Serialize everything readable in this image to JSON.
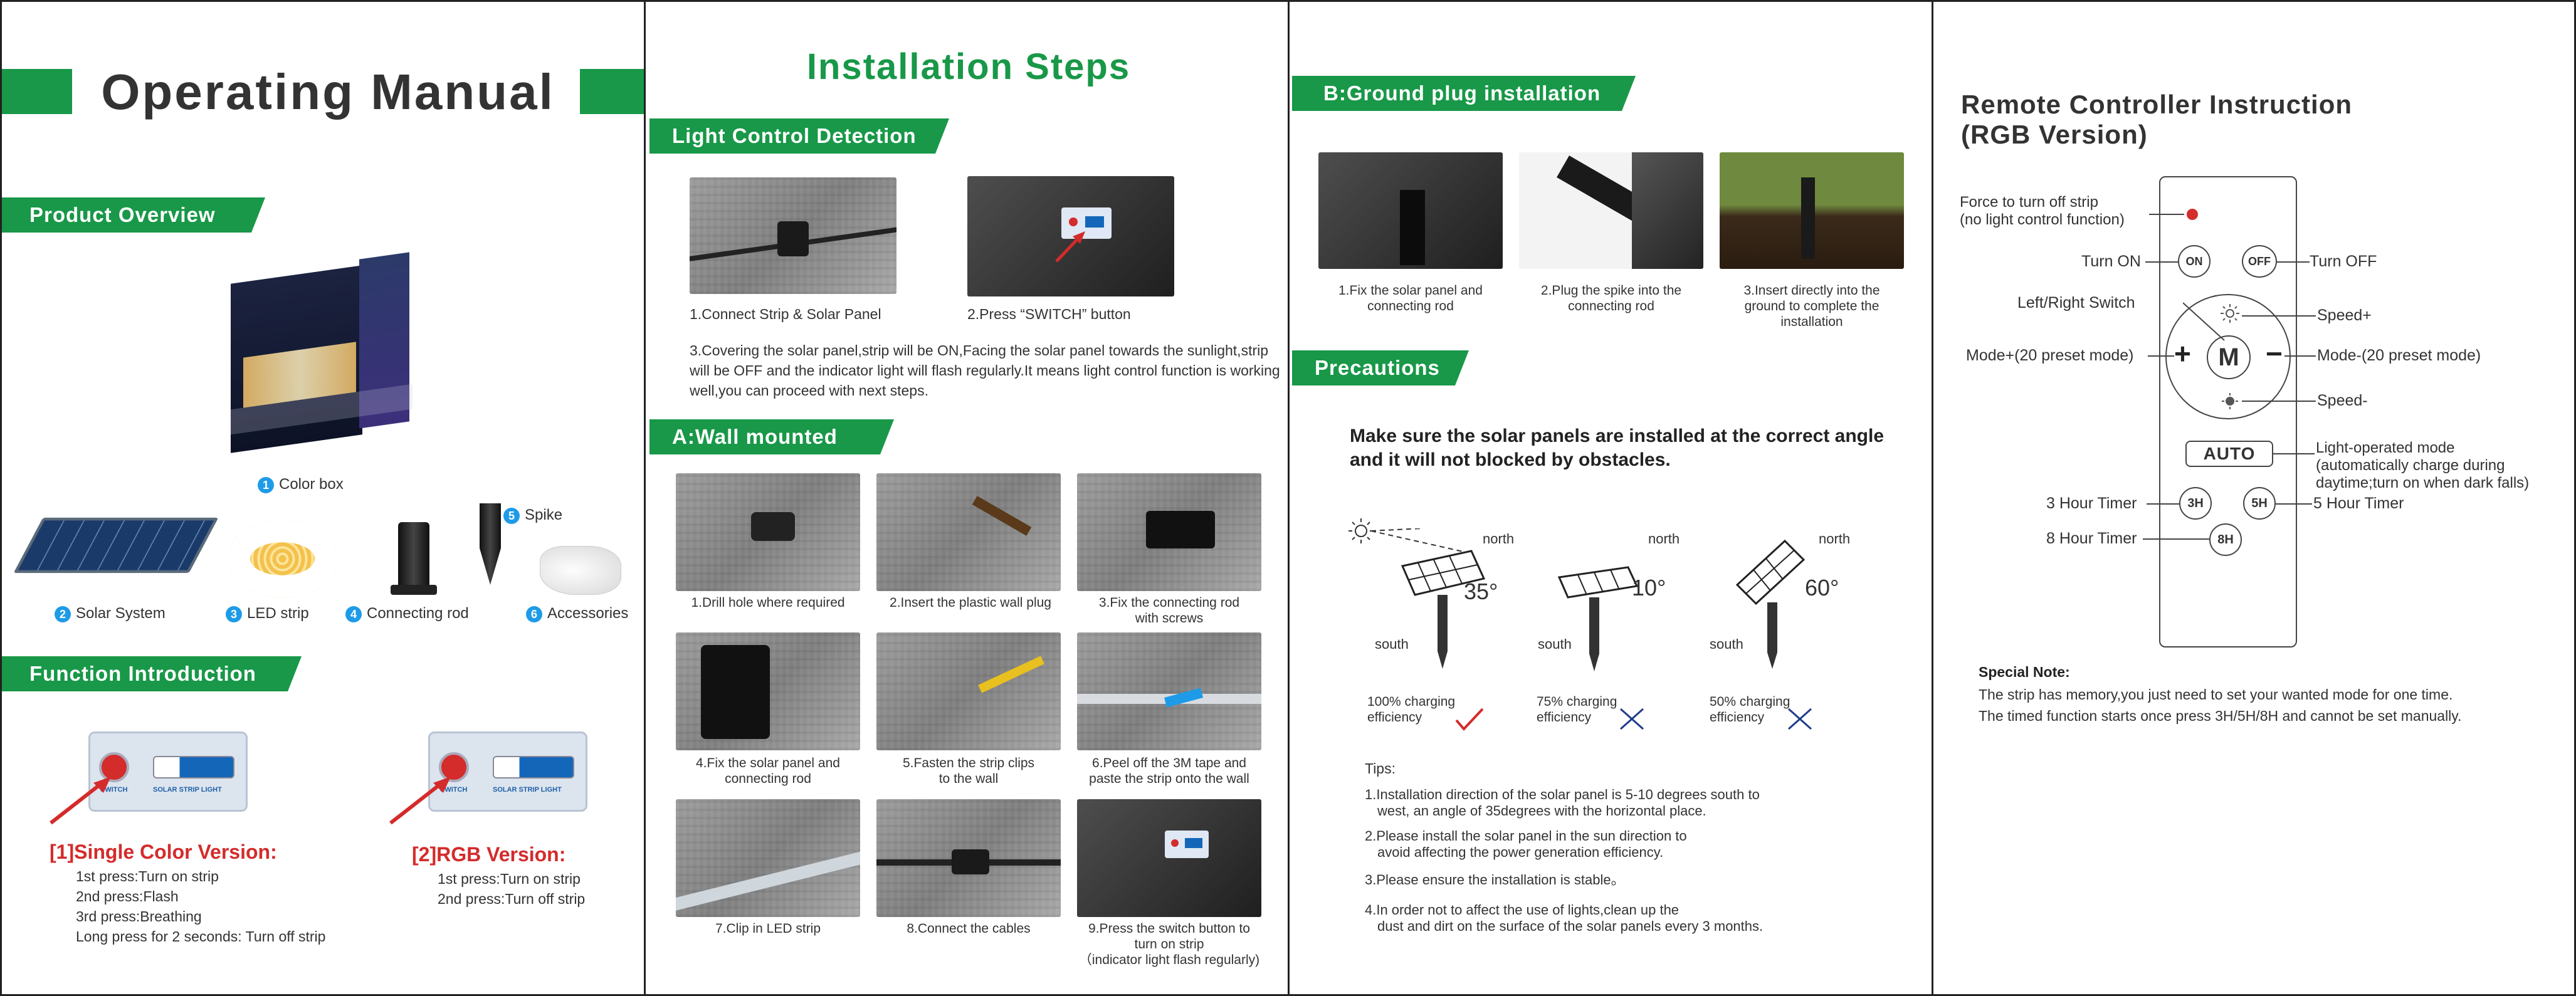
{
  "p1": {
    "title": "Operating Manual",
    "product_overview": "Product Overview",
    "items": {
      "color_box": "Color box",
      "solar_system": "Solar System",
      "led_strip": "LED strip",
      "connecting_rod": "Connecting rod",
      "spike": "Spike",
      "accessories": "Accessories"
    },
    "nums": [
      "1",
      "2",
      "3",
      "4",
      "5",
      "6"
    ],
    "function_intro": "Function Introduction",
    "switch_label": "SWITCH",
    "switch_text": "SOLAR STRIP LIGHT",
    "single": {
      "heading": "[1]Single Color Version:",
      "lines": [
        "1st press:Turn on strip",
        "2nd press:Flash",
        "3rd press:Breathing",
        "Long press for 2 seconds: Turn off strip"
      ]
    },
    "rgb": {
      "heading": "[2]RGB Version:",
      "lines": [
        "1st press:Turn on strip",
        "2nd press:Turn off strip"
      ]
    }
  },
  "p2": {
    "title": "Installation Steps",
    "light_control": "Light Control Detection",
    "step1": "1.Connect Strip & Solar Panel",
    "step2": "2.Press “SWITCH” button",
    "step3": "3.Covering the solar panel,strip will be ON,Facing the solar panel towards the sunlight,strip will be OFF and the indicator light will flash regularly.It means light control function is working well,you can proceed with next steps.",
    "wall_mounted": "A:Wall mounted",
    "wall_steps": [
      {
        "l1": "1.Drill hole where required",
        "l2": "",
        "l3": ""
      },
      {
        "l1": "2.Insert the plastic wall plug",
        "l2": "",
        "l3": ""
      },
      {
        "l1": "3.Fix the connecting rod",
        "l2": "with screws",
        "l3": ""
      },
      {
        "l1": "4.Fix the solar panel and",
        "l2": "connecting rod",
        "l3": ""
      },
      {
        "l1": "5.Fasten the strip clips",
        "l2": "to the wall",
        "l3": ""
      },
      {
        "l1": "6.Peel off the 3M tape and",
        "l2": "paste the strip onto the wall",
        "l3": ""
      },
      {
        "l1": "7.Clip in LED strip",
        "l2": "",
        "l3": ""
      },
      {
        "l1": "8.Connect the cables",
        "l2": "",
        "l3": ""
      },
      {
        "l1": "9.Press the switch button to",
        "l2": "turn on strip",
        "l3": "（indicator light flash regularly)"
      }
    ]
  },
  "p3": {
    "ground_plug": "B:Ground plug installation",
    "ground_steps": [
      {
        "l1": "1.Fix the solar panel and",
        "l2": "connecting rod",
        "l3": ""
      },
      {
        "l1": "2.Plug the spike into the",
        "l2": "connecting rod",
        "l3": ""
      },
      {
        "l1": "3.Insert directly into the",
        "l2": "ground to complete the",
        "l3": "installation"
      }
    ],
    "precautions": "Precautions",
    "headline": "Make sure the solar panels are installed at the correct angle and it will not blocked by  obstacles.",
    "angles": [
      {
        "angle": "35°",
        "north": "north",
        "south": "south",
        "eff1": "100% charging",
        "eff2": "efficiency",
        "good": true
      },
      {
        "angle": "10°",
        "north": "north",
        "south": "south",
        "eff1": "75% charging",
        "eff2": "efficiency",
        "good": false
      },
      {
        "angle": "60°",
        "north": "north",
        "south": "south",
        "eff1": "50% charging",
        "eff2": "efficiency",
        "good": false
      }
    ],
    "tips_title": "Tips:",
    "tips": [
      {
        "l1": "1.Installation direction of the solar panel is 5-10 degrees south to",
        "l2": "west, an angle of 35degrees with the horizontal place."
      },
      {
        "l1": "2.Please install the solar panel in the sun direction to",
        "l2": "avoid affecting the power generation efficiency."
      },
      {
        "l1": "3.Please ensure the installation is stable。",
        "l2": ""
      },
      {
        "l1": "4.In order not to affect the use of lights,clean up the",
        "l2": "dust and dirt on the surface of the solar panels every 3 months."
      }
    ]
  },
  "p4": {
    "title1": "Remote Controller Instruction",
    "title2": "(RGB Version)",
    "force1": "Force to turn off strip",
    "force2": "(no light control function)",
    "turn_on": "Turn ON",
    "turn_off": "Turn OFF",
    "on_btn": "ON",
    "off_btn": "OFF",
    "left_right": "Left/Right Switch",
    "speed_plus": "Speed+",
    "speed_minus": "Speed-",
    "mode_plus": "Mode+(20 preset mode)",
    "mode_minus": "Mode-(20 preset mode)",
    "m_btn": "M",
    "plus": "+",
    "minus": "−",
    "auto_btn": "AUTO",
    "auto1": "Light-operated mode",
    "auto2": "(automatically charge during",
    "auto3": "daytime;turn on when dark falls)",
    "t3": "3 Hour Timer",
    "t5": "5 Hour Timer",
    "t8": "8 Hour Timer",
    "b3": "3H",
    "b5": "5H",
    "b8": "8H",
    "note_title": "Special Note:",
    "note1": "The strip has memory,you just need to set your wanted mode for one time.",
    "note2": "The timed function starts once press 3H/5H/8H and cannot be set manually."
  },
  "colors": {
    "green": "#189848",
    "red": "#d42b2b",
    "blue": "#1e9be8",
    "accent_title": "#189848"
  }
}
